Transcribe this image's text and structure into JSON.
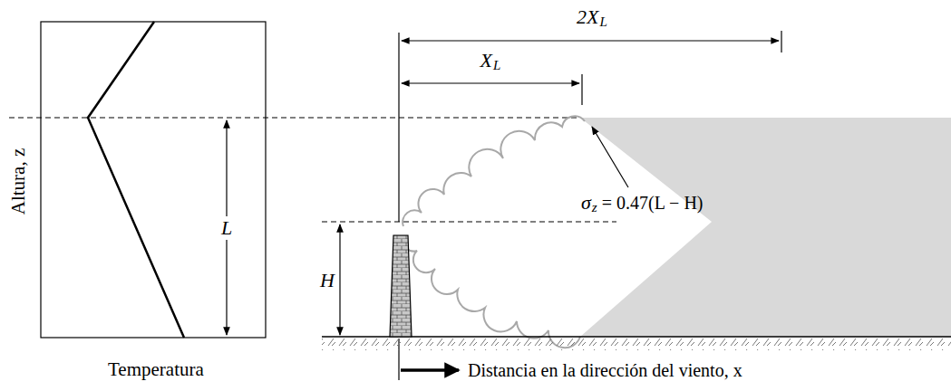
{
  "diagram": {
    "labels": [
      "Altura, z",
      "Temperatura",
      "L",
      "2X",
      "L",
      "X",
      "L",
      "H",
      "σ",
      "z",
      "= 0.47(L − H)",
      "Distancia en la dirección del viento, x"
    ]
  }
}
